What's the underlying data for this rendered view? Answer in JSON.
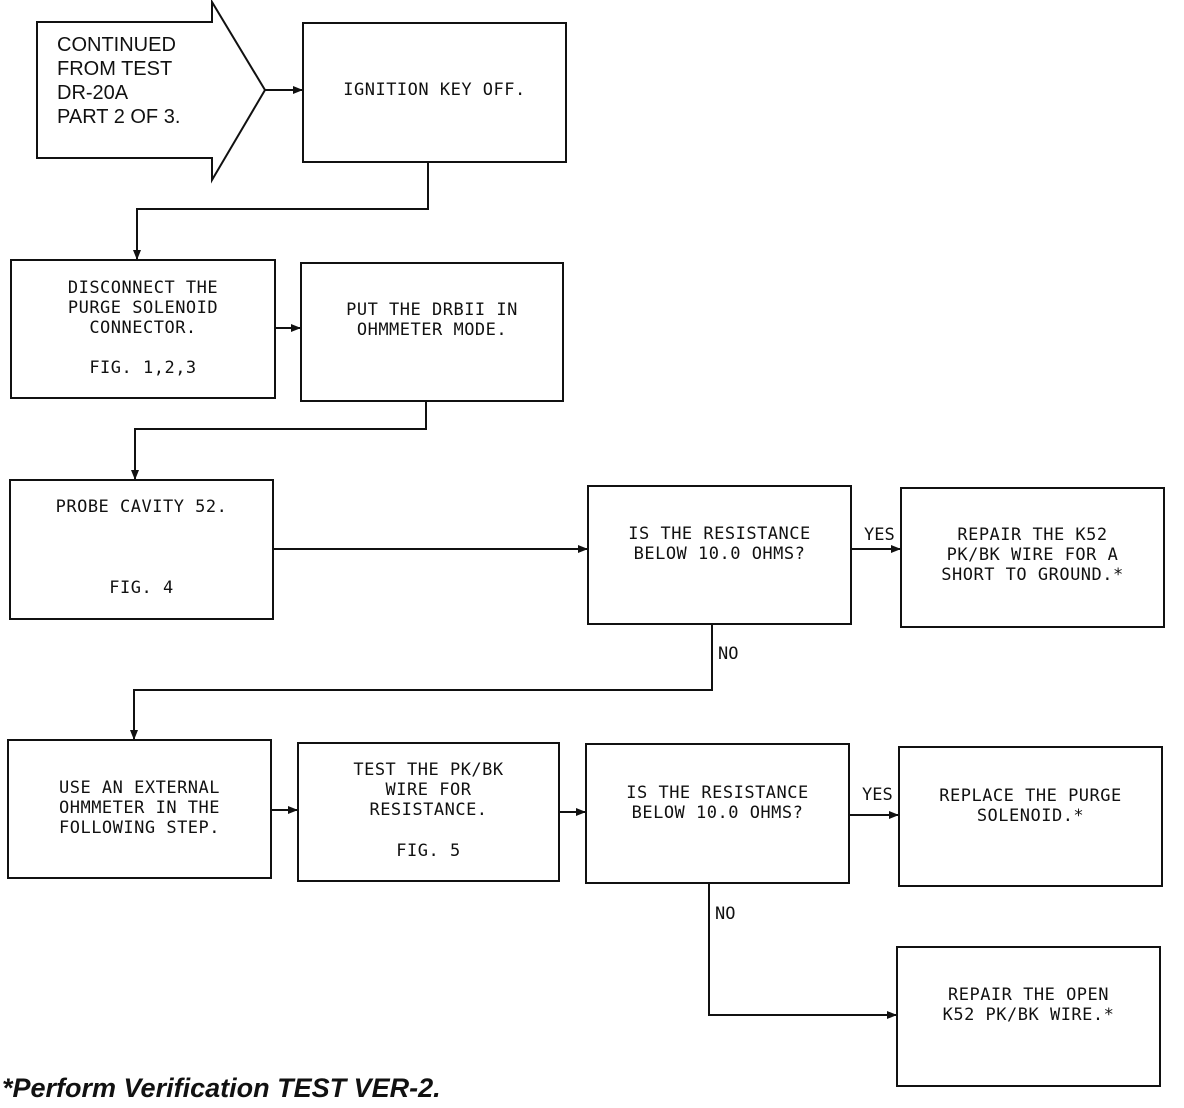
{
  "entry": {
    "text": "CONTINUED\nFROM TEST\nDR-20A\nPART 2 OF 3."
  },
  "boxes": {
    "ignition_off": "IGNITION KEY OFF.",
    "disconnect_solenoid": "DISCONNECT THE\nPURGE SOLENOID\nCONNECTOR.",
    "disconnect_fig": "FIG. 1,2,3",
    "drbii_ohmmeter": "PUT THE DRBII IN\nOHMMETER MODE.",
    "probe_cavity": "PROBE CAVITY 52.",
    "probe_fig": "FIG. 4",
    "decision_1": "IS THE RESISTANCE\nBELOW 10.0 OHMS?",
    "repair_short": "REPAIR THE K52\nPK/BK WIRE FOR A\nSHORT TO GROUND.*",
    "external_ohmmeter": "USE AN EXTERNAL\nOHMMETER IN THE\nFOLLOWING STEP.",
    "test_wire": "TEST THE PK/BK\nWIRE FOR\nRESISTANCE.",
    "test_wire_fig": "FIG. 5",
    "decision_2": "IS THE RESISTANCE\nBELOW 10.0 OHMS?",
    "replace_solenoid": "REPLACE THE PURGE\nSOLENOID.*",
    "repair_open": "REPAIR THE OPEN\nK52 PK/BK WIRE.*"
  },
  "labels": {
    "yes_1": "YES",
    "no_1": "NO",
    "yes_2": "YES",
    "no_2": "NO"
  },
  "footnote": "*Perform Verification TEST VER-2."
}
